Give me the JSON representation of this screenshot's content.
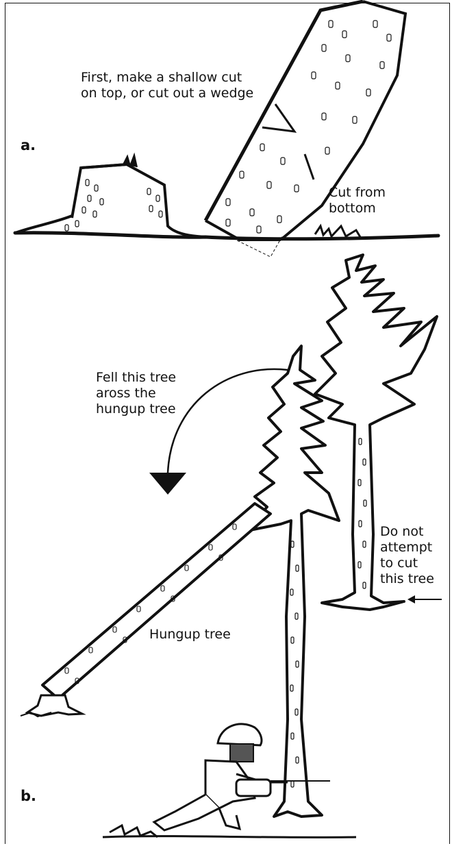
{
  "panel_a": {
    "letter": "a.",
    "instruction": "First, make a shallow cut\non top, or cut out a wedge",
    "bottom_cut": "Cut from\nbottom"
  },
  "panel_b": {
    "letter": "b.",
    "fell_instruction": "Fell this tree\naross the\nhungup tree",
    "hungup_label": "Hungup tree",
    "warning": "Do not\nattempt\nto cut\nthis tree"
  }
}
